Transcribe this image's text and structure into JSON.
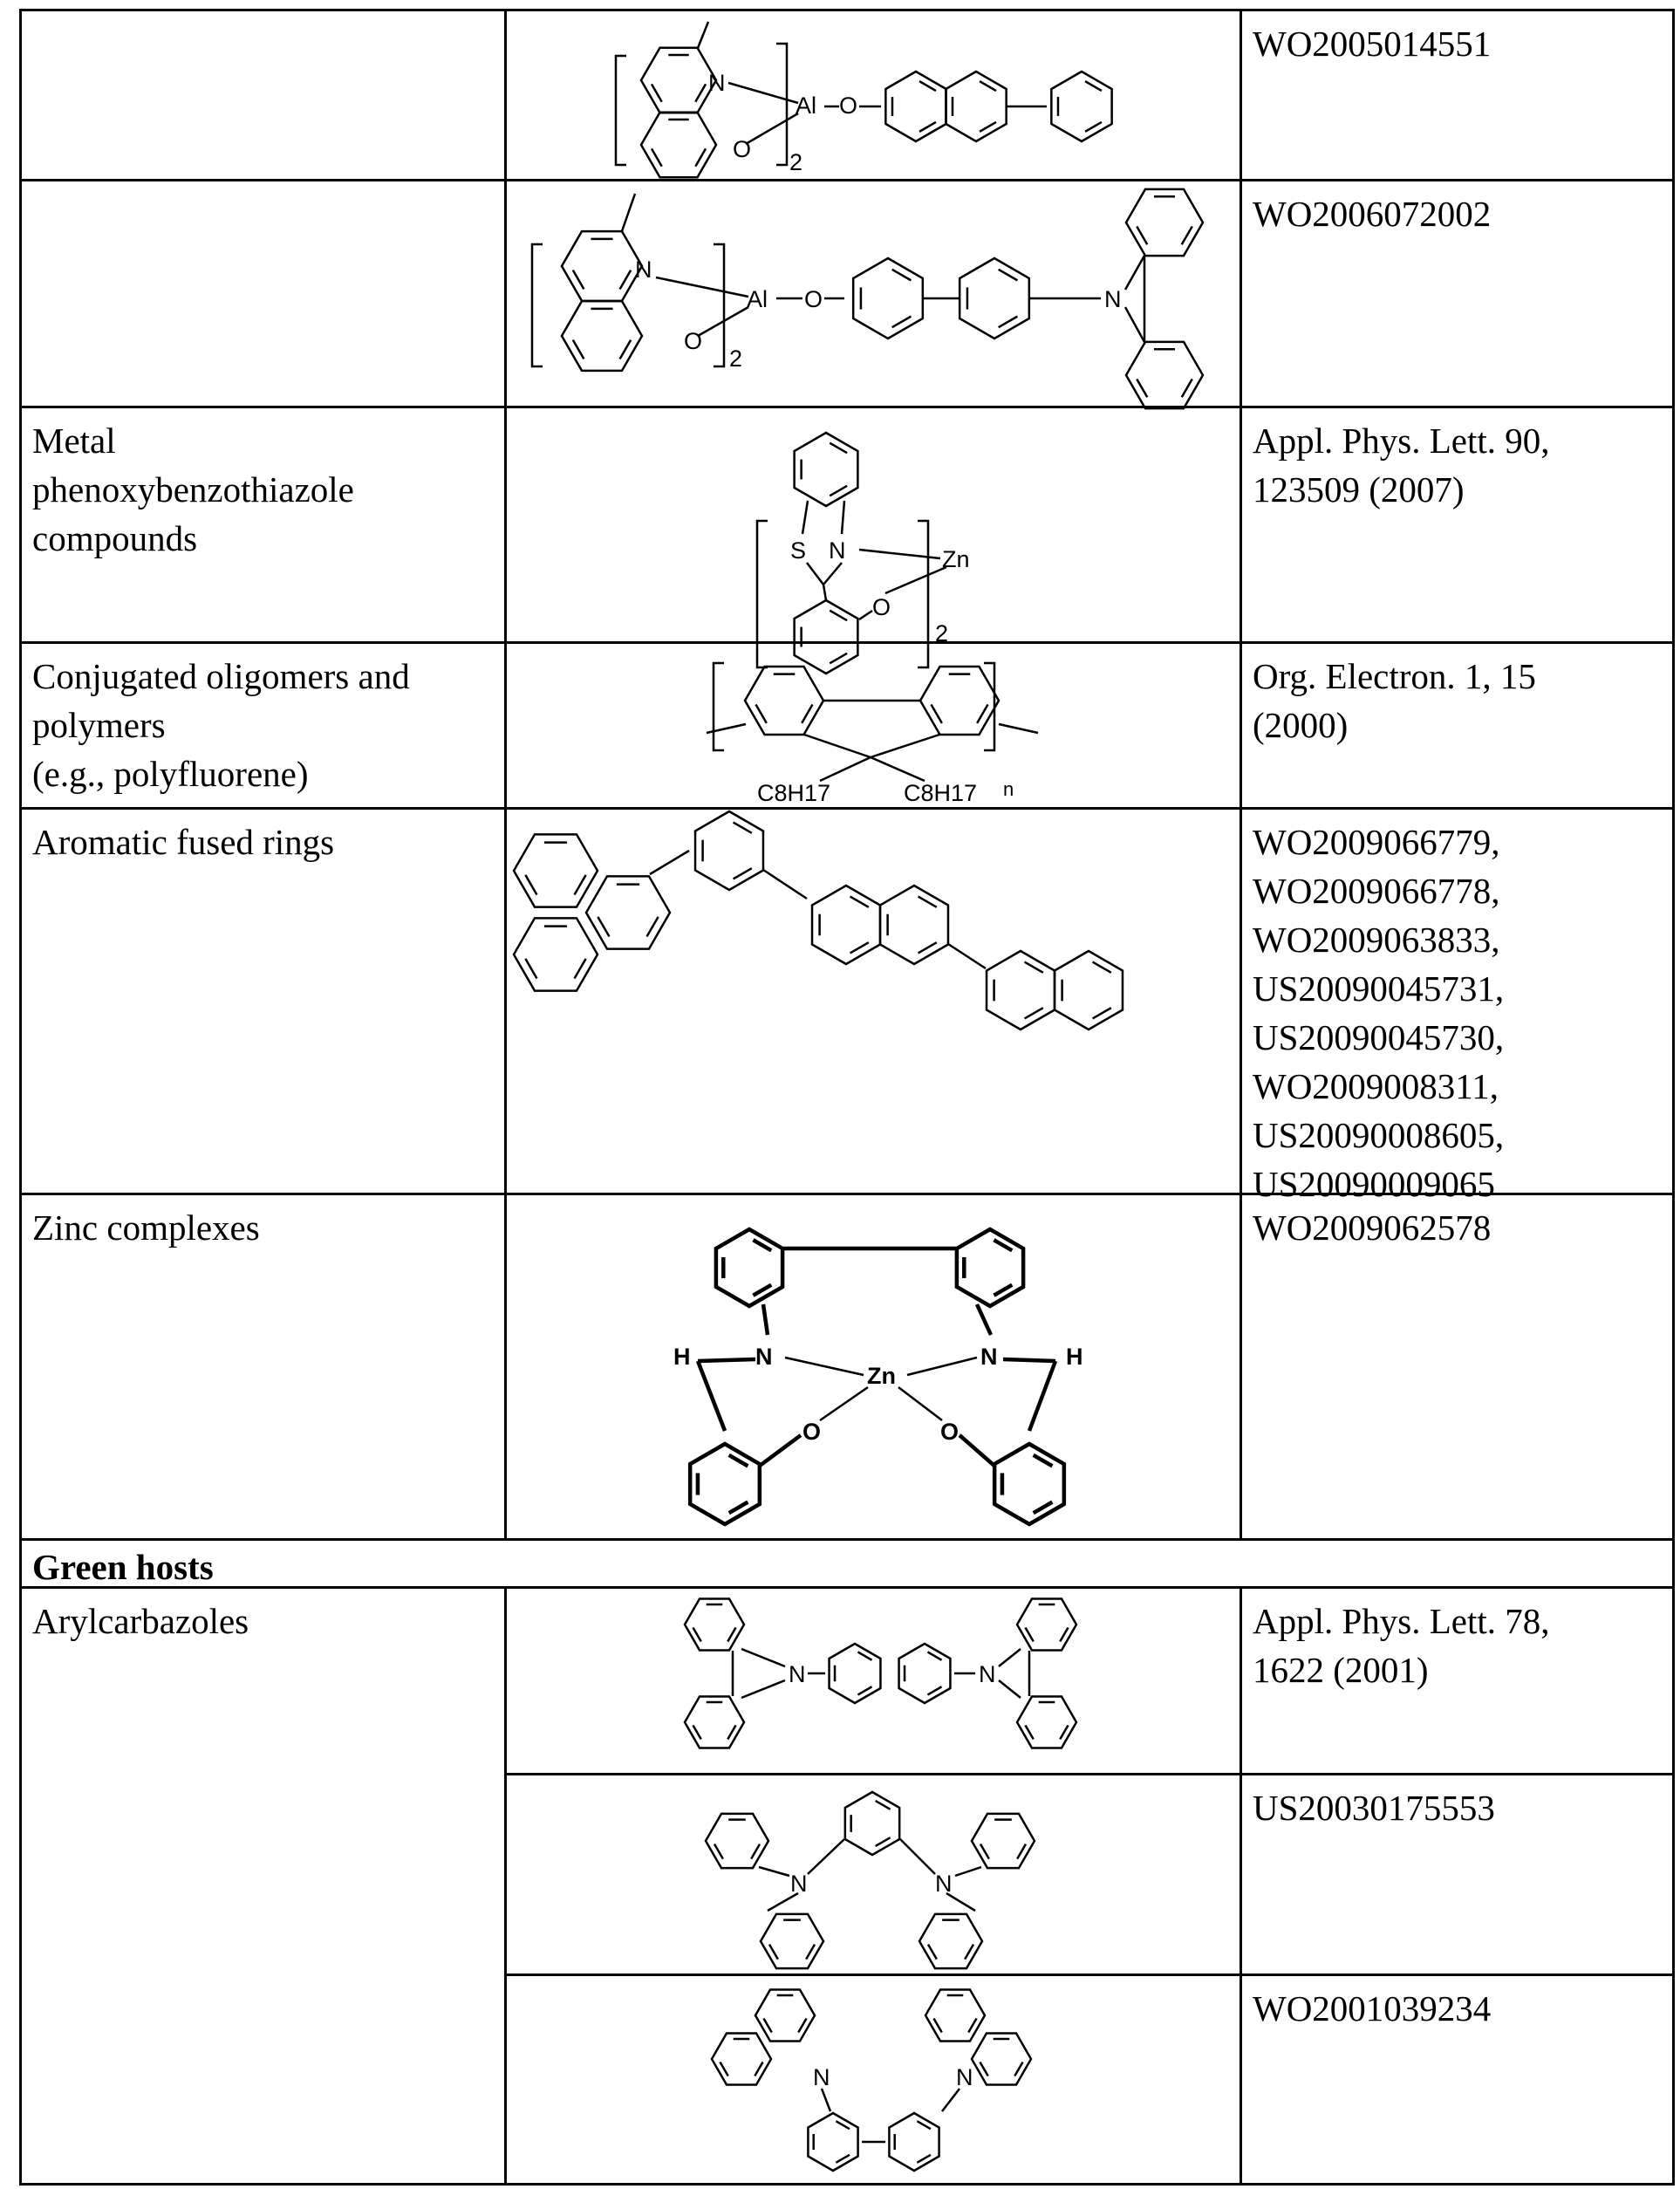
{
  "rows": [
    {
      "category": "",
      "references": [
        "WO2005014551"
      ],
      "labels": {
        "n": "N",
        "al": "Al",
        "o1": "O",
        "o2": "O",
        "sub": "2"
      }
    },
    {
      "category": "",
      "references": [
        "WO2006072002"
      ],
      "labels": {
        "n": "N",
        "al": "Al",
        "o1": "O",
        "o2": "O",
        "sub": "2",
        "n2": "N"
      }
    },
    {
      "category": "Metal phenoxybenzothiazole compounds",
      "category_lines": [
        "Metal",
        "phenoxybenzothiazole",
        "compounds"
      ],
      "references": [
        "Appl. Phys. Lett. 90,",
        "123509 (2007)"
      ],
      "labels": {
        "s": "S",
        "n": "N",
        "zn": "Zn",
        "o": "O",
        "sub": "2"
      }
    },
    {
      "category": "Conjugated oligomers and polymers (e.g., polyfluorene)",
      "category_lines": [
        "Conjugated oligomers and",
        "polymers",
        "(e.g., polyfluorene)"
      ],
      "references": [
        "Org. Electron. 1, 15",
        "(2000)"
      ],
      "labels": {
        "c1": "C8H17",
        "c2": "C8H17",
        "n": "n"
      }
    },
    {
      "category": "Aromatic fused rings",
      "category_lines": [
        "Aromatic fused rings"
      ],
      "references": [
        "WO2009066779,",
        "WO2009066778,",
        "WO2009063833,",
        "US20090045731,",
        "US20090045730,",
        "WO2009008311,",
        "US20090008605,",
        "US20090009065"
      ]
    },
    {
      "category": "Zinc complexes",
      "category_lines": [
        "Zinc complexes"
      ],
      "references": [
        "WO2009062578"
      ],
      "labels": {
        "h1": "H",
        "n1": "N",
        "zn": "Zn",
        "n2": "N",
        "h2": "H",
        "o1": "O",
        "o2": "O"
      }
    }
  ],
  "section_header": "Green hosts",
  "green_rows": [
    {
      "category": "Arylcarbazoles",
      "references": [
        "Appl. Phys. Lett. 78,",
        "1622 (2001)"
      ],
      "labels": {
        "n1": "N",
        "n2": "N"
      }
    },
    {
      "category": "",
      "references": [
        "US20030175553"
      ],
      "labels": {
        "n1": "N",
        "n2": "N"
      }
    },
    {
      "category": "",
      "references": [
        "WO2001039234"
      ],
      "labels": {
        "n1": "N",
        "n2": "N"
      }
    }
  ]
}
